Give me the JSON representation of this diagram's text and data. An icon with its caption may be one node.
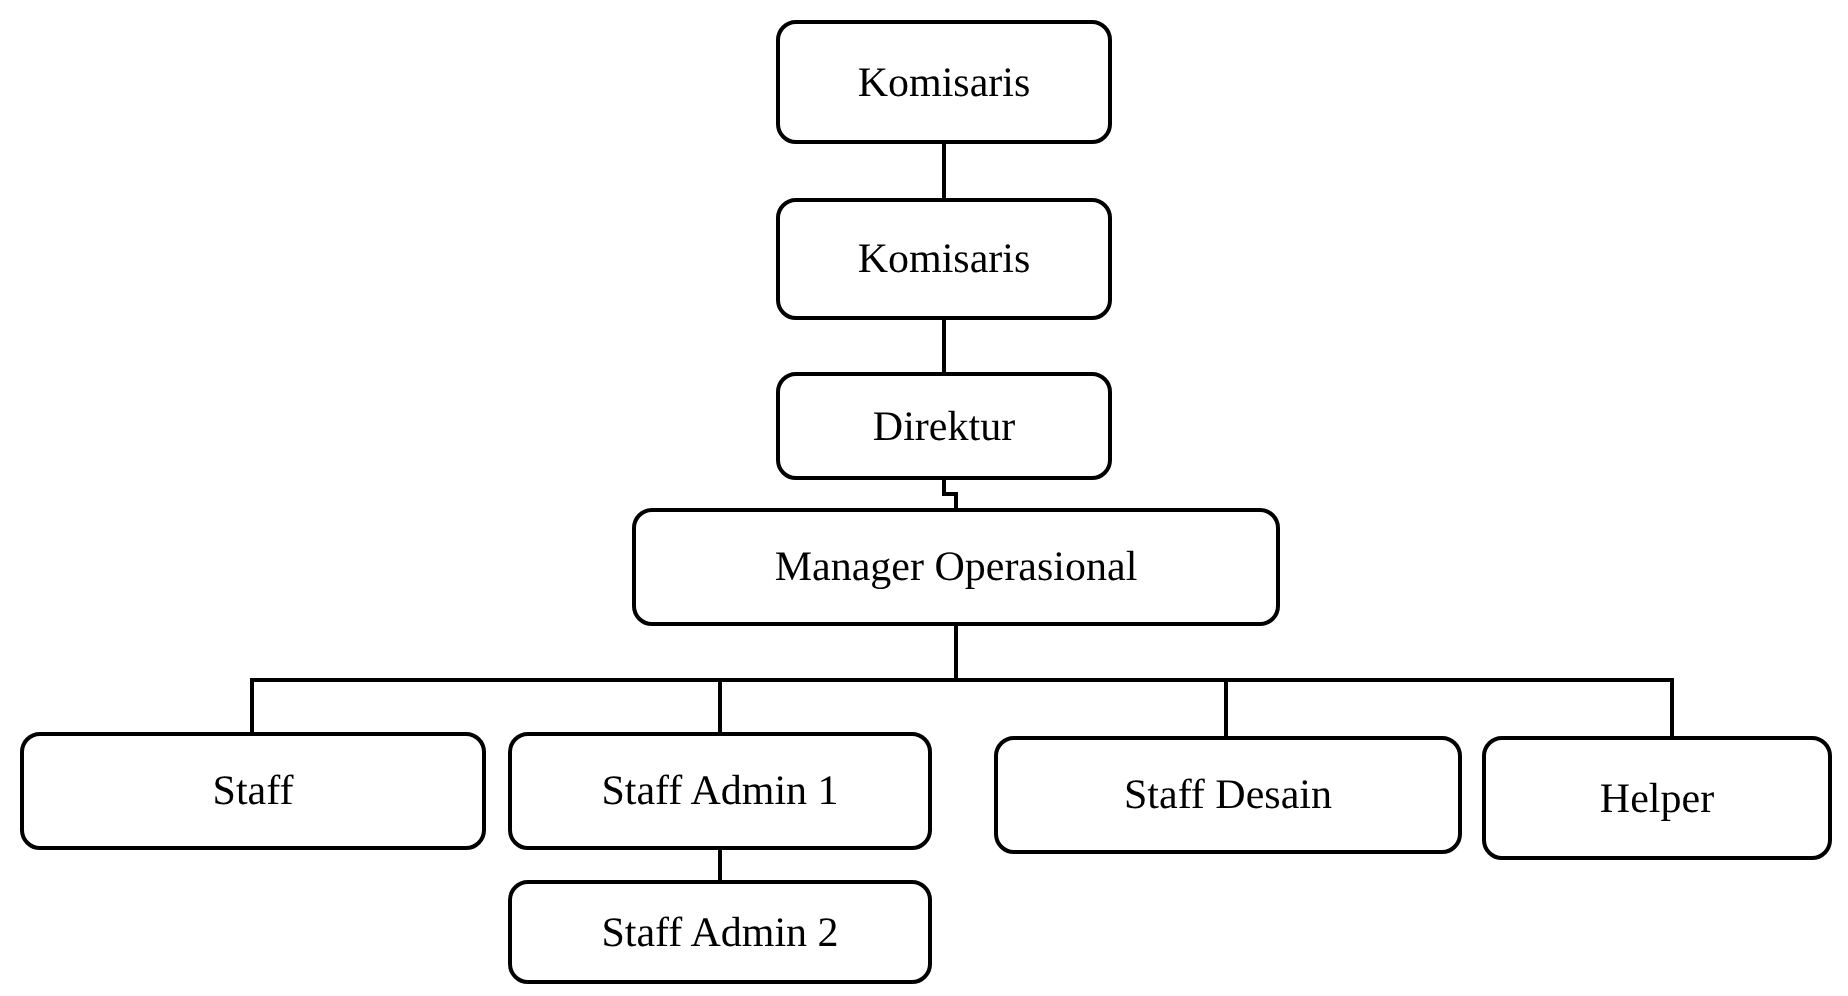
{
  "diagram": {
    "nodes": [
      {
        "text": [
          "Komisaris"
        ]
      },
      {
        "text": [
          "Komisaris"
        ]
      },
      {
        "text": [
          "Direktur"
        ]
      },
      {
        "text": [
          "Manager Operasional"
        ]
      },
      {
        "text": [
          "Staff"
        ]
      },
      {
        "text": [
          "Staff Admin 1"
        ]
      },
      {
        "text": [
          "Staff Desain"
        ]
      },
      {
        "text": [
          "Helper"
        ]
      },
      {
        "text": [
          "Staff Admin 2"
        ]
      }
    ],
    "edges": [
      {
        "from": 0,
        "to": 1,
        "arrow": "none"
      },
      {
        "from": 1,
        "to": 2,
        "arrow": "none"
      },
      {
        "from": 2,
        "to": 3,
        "arrow": "none"
      },
      {
        "from": 3,
        "to": 4,
        "arrow": "none"
      },
      {
        "from": 3,
        "to": 5,
        "arrow": "none"
      },
      {
        "from": 3,
        "to": 6,
        "arrow": "none"
      },
      {
        "from": 3,
        "to": 7,
        "arrow": "none"
      },
      {
        "from": 5,
        "to": 8,
        "arrow": "none"
      }
    ]
  }
}
